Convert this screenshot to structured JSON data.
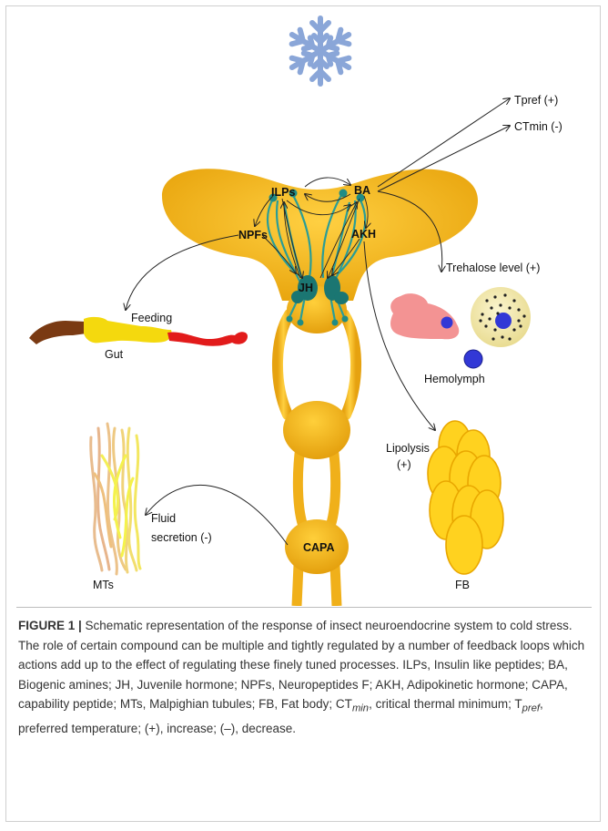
{
  "colors": {
    "brain": "#f4b81d",
    "brain_shade": "#e0a10f",
    "cord": "#f4b81d",
    "neuron": "#2a9d97",
    "neuron_dark": "#1b7672",
    "snowflake": "#8aa6d8",
    "gut_brown": "#7a3a13",
    "gut_yellow": "#f4d90e",
    "gut_red": "#e21b1b",
    "hemocyte_pink": "#f39393",
    "hemocyte_cream": "#f4ebb3",
    "nucleus": "#3238d6",
    "fat_body": "#ffd21f",
    "fat_body_stroke": "#e9a700",
    "mts_top": "#e7b58c",
    "mts_bottom": "#f4f24c",
    "arrow": "#222222"
  },
  "icons": {
    "snowflake": "snowflake-icon"
  },
  "labels": {
    "ilps": "ILPs",
    "ba": "BA",
    "npfs": "NPFs",
    "akh": "AKH",
    "jh": "JH",
    "capa": "CAPA",
    "tpref": "Tpref (+)",
    "ctmin": "CTmin (-)",
    "trehalose": "Trehalose level (+)",
    "hemolymph": "Hemolymph",
    "feeding": "Feeding",
    "gut": "Gut",
    "lipolysis_1": "Lipolysis",
    "lipolysis_2": "(+)",
    "fb": "FB",
    "fluid_1": "Fluid",
    "fluid_2": "secretion (-)",
    "mts": "MTs"
  },
  "caption": {
    "label": "FIGURE 1 |",
    "text_a": " Schematic representation of the response of insect neuroendocrine system to cold stress. The role of certain compound can be multiple and tightly regulated by a number of feedback loops which actions add up to the effect of regulating these finely tuned processes. ILPs, Insulin like peptides; BA, Biogenic amines; JH, Juvenile hormone; NPFs, Neuropeptides F; AKH, Adipokinetic hormone; CAPA, capability peptide; MTs, Malpighian tubules; FB, Fat body; CT",
    "sub_min": "min",
    "text_b": ", critical thermal minimum; T",
    "sub_pref": "pref",
    "text_c": ", preferred temperature; (+), increase; (–), decrease."
  }
}
